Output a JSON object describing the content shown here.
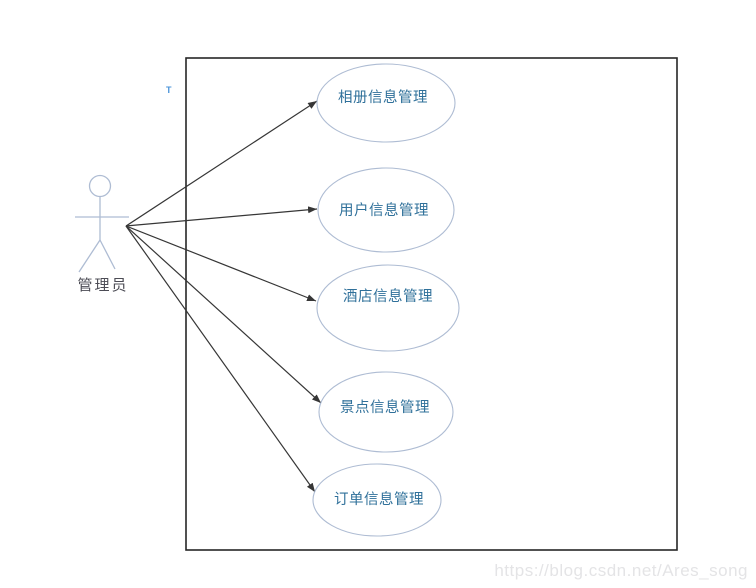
{
  "diagram": {
    "actor": {
      "label": "管理员"
    },
    "use_cases": [
      {
        "label": "相册信息管理"
      },
      {
        "label": "用户信息管理"
      },
      {
        "label": "酒店信息管理"
      },
      {
        "label": "景点信息管理"
      },
      {
        "label": "订单信息管理"
      }
    ],
    "text_marker": "T",
    "watermark": "https://blog.csdn.net/Ares_song",
    "colors": {
      "shape_stroke": "#aebcd3",
      "usecase_text": "#2f709a",
      "actor_label_text": "#4c4c55",
      "arrow": "#363636",
      "boundary": "#262626",
      "watermark": "#e4e4e6",
      "marker_blue": "#4a93d9"
    }
  }
}
